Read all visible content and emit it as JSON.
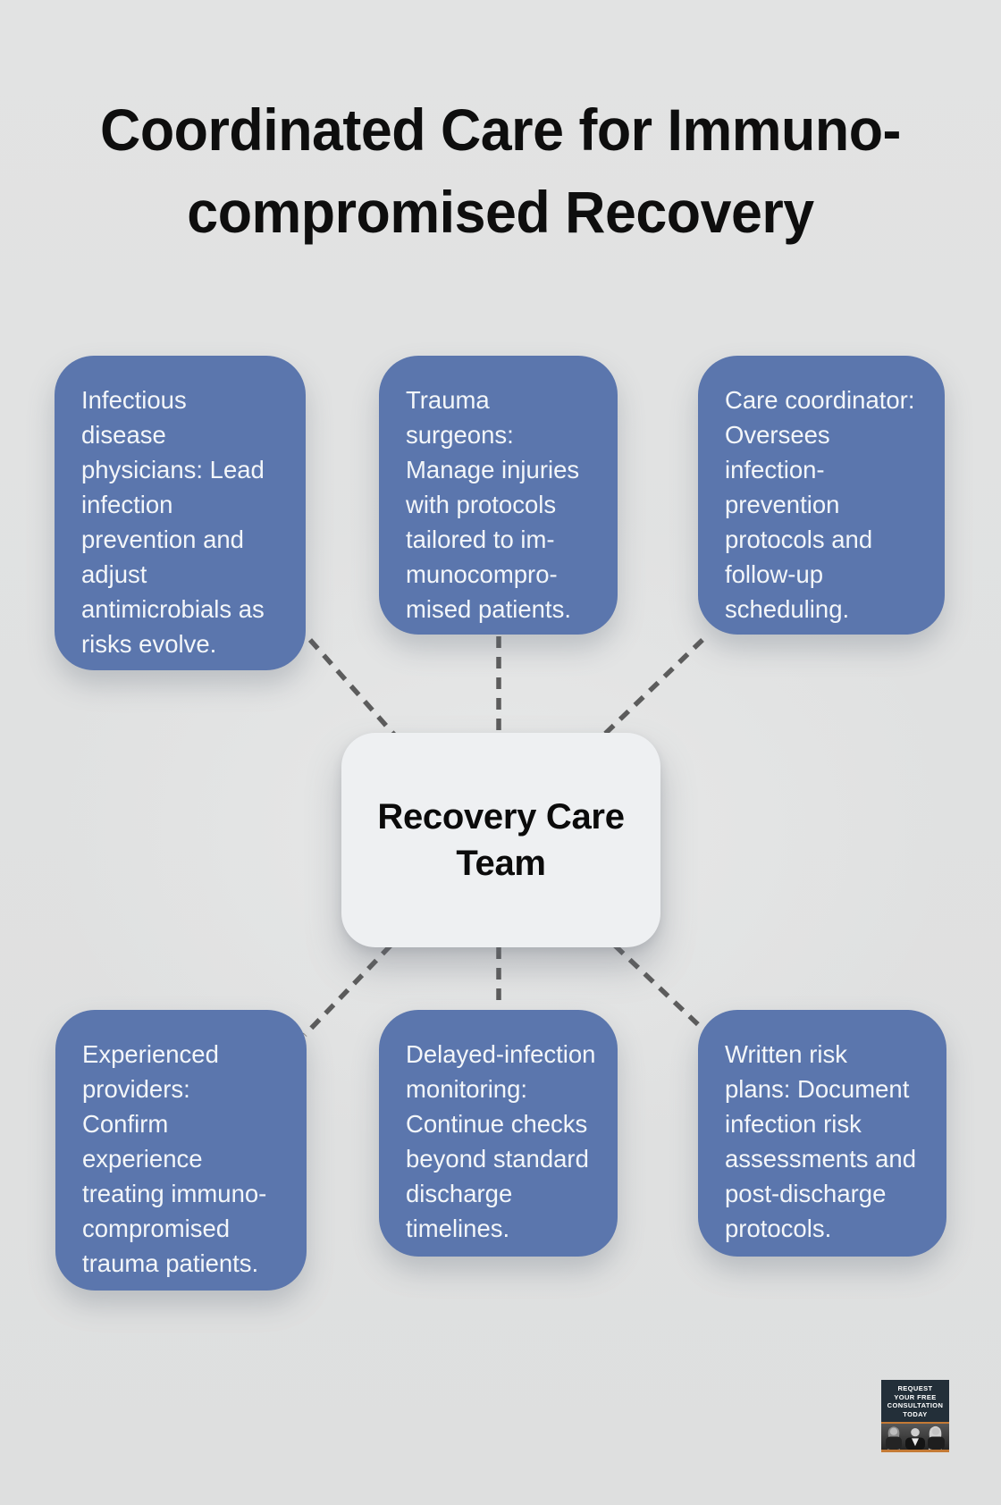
{
  "title": {
    "lines": [
      "Coordinated Care for Immuno-",
      "compromised Recovery"
    ]
  },
  "center_node": {
    "label": "Recovery Care\nTeam"
  },
  "nodes": [
    {
      "id": "infectious-disease-physicians",
      "text": "Infectious\ndisease\nphysicians: Lead\ninfection\nprevention and\nadjust\nantimicrobials as\nrisks evolve."
    },
    {
      "id": "trauma-surgeons",
      "text": "Trauma\nsurgeons:\nManage injuries\nwith protocols\ntailored to im-\nmunocompro-\nmised patients."
    },
    {
      "id": "care-coordinator",
      "text": "Care coordinator:\nOversees\ninfection-\nprevention\nprotocols and\nfollow-up\nscheduling."
    },
    {
      "id": "experienced-providers",
      "text": "Experienced\nproviders:\nConfirm\nexperience\ntreating immuno-\ncompromised\ntrauma patients."
    },
    {
      "id": "delayed-infection-monitoring",
      "text": "Delayed-infection\nmonitoring:\nContinue checks\nbeyond standard\ndischarge\ntimelines."
    },
    {
      "id": "written-risk-plans",
      "text": "Written risk\nplans: Document\ninfection risk\nassessments and\npost-discharge\nprotocols."
    }
  ],
  "badge": {
    "cta": "REQUEST\nYOUR FREE\nCONSULTATION\nTODAY"
  },
  "colors": {
    "background": "#e0e1e1",
    "node_fill": "#5b76ad",
    "node_text": "#f3f6f9",
    "center_fill": "#eef0f2",
    "connector": "#5c5c5c",
    "title_text": "#0e0e0e",
    "badge_bg": "#232f39",
    "badge_accent": "#c47a35"
  }
}
